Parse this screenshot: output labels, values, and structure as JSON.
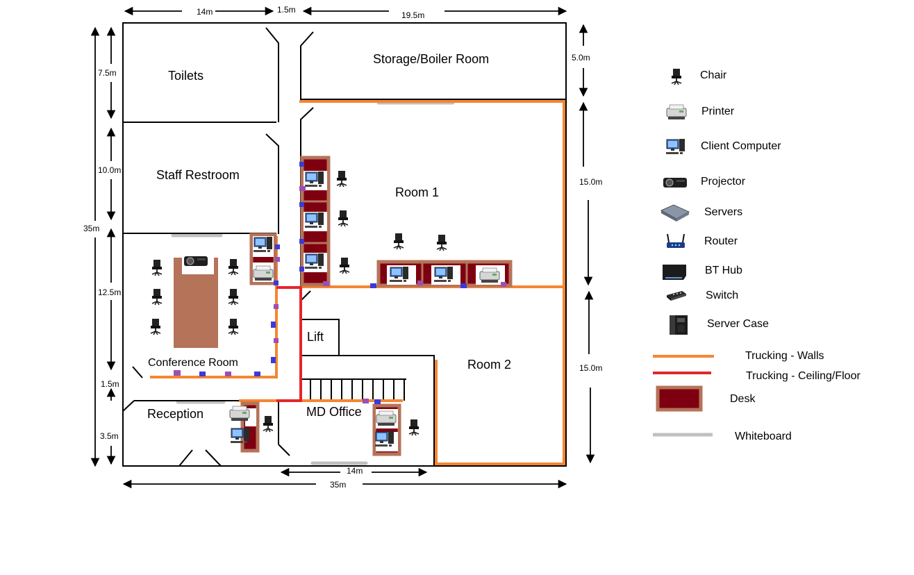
{
  "dimensions": {
    "top_left": "14m",
    "top_mid": "1.5m",
    "top_right": "19.5m",
    "bottom_inner": "14m",
    "bottom_total": "35m",
    "left_total": "35m",
    "left_toilets": "7.5m",
    "left_restroom": "10.0m",
    "left_conference": "12.5m",
    "left_corridor": "1.5m",
    "left_reception": "3.5m",
    "right_storage": "5.0m",
    "right_room1": "15.0m",
    "right_room2": "15.0m"
  },
  "rooms": {
    "toilets": "Toilets",
    "storage": "Storage/Boiler Room",
    "staff_restroom": "Staff Restroom",
    "room1": "Room 1",
    "conference": "Conference Room",
    "lift": "Lift",
    "room2": "Room 2",
    "reception": "Reception",
    "md_office": "MD Office"
  },
  "legend": {
    "chair": "Chair",
    "printer": "Printer",
    "client_computer": "Client Computer",
    "projector": "Projector",
    "servers": "Servers",
    "router": "Router",
    "bt_hub": "BT Hub",
    "switch": "Switch",
    "server_case": "Server Case",
    "trunking_walls": "Trucking - Walls",
    "trunking_ceiling": "Trucking - Ceiling/Floor",
    "desk": "Desk",
    "whiteboard": "Whiteboard"
  },
  "colors": {
    "wall": "#000000",
    "trunking_walls": "#f58631",
    "trunking_ceiling": "#e3262b",
    "desk_fill": "#7e0010",
    "desk_border": "#b5735a",
    "conference_table": "#b5735a",
    "whiteboard": "#c0c0c0",
    "socket_blue": "#3a3adb",
    "socket_purple": "#9b4fb5"
  }
}
